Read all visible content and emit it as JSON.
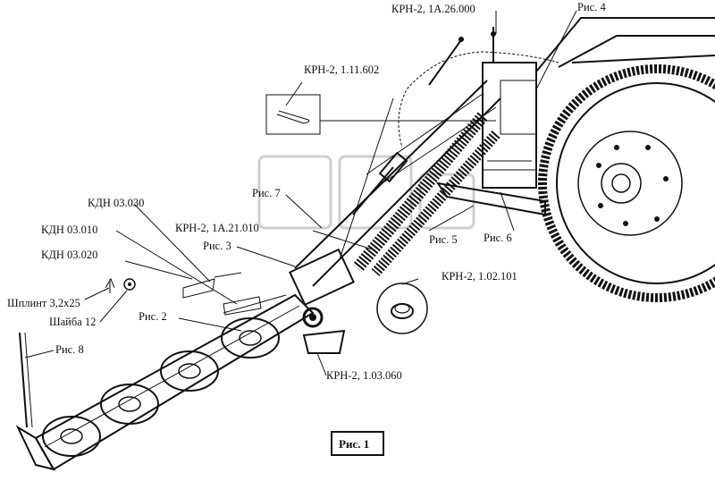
{
  "figure_label": "Рис. 1",
  "labels": {
    "krn_1a26000": "КРН-2, 1А.26.000",
    "ris4": "Рис. 4",
    "krn_111602": "КРН-2, 1.11.602",
    "kdn_03030": "КДН 03.030",
    "ris7": "Рис. 7",
    "kdn_03010": "КДН 03.010",
    "krn_1a21010": "КРН-2, 1А.21.010",
    "ris3": "Рис. 3",
    "ris5": "Рис. 5",
    "ris6": "Рис. 6",
    "kdn_03020": "КДН 03.020",
    "krn_102101": "КРН-2, 1.02.101",
    "shplint": "Шплинт 3,2х25",
    "shaiba": "Шайба 12",
    "ris2": "Рис. 2",
    "ris8": "Рис. 8",
    "krn_103060": "КРН-2, 1.03.060"
  }
}
